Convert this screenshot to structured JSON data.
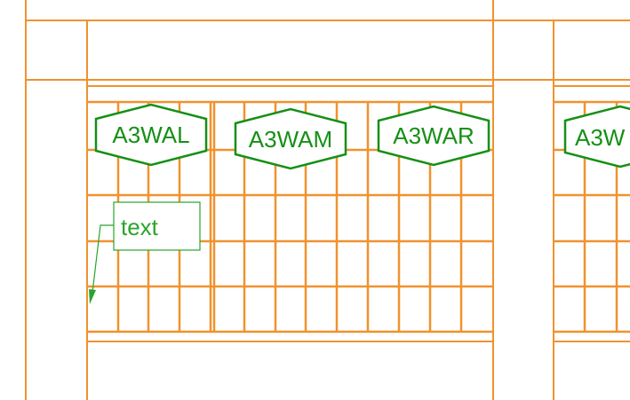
{
  "tags": [
    {
      "label": "A3WAL"
    },
    {
      "label": "A3WAM"
    },
    {
      "label": "A3WAR"
    },
    {
      "label": "A3W"
    }
  ],
  "annotation": {
    "text": "text"
  },
  "colors": {
    "grid_line": "#f0922e",
    "grid_line_light": "#f4b070",
    "tag_green": "#169016",
    "annotation_green": "#2aa52a",
    "background": "#ffffff"
  }
}
